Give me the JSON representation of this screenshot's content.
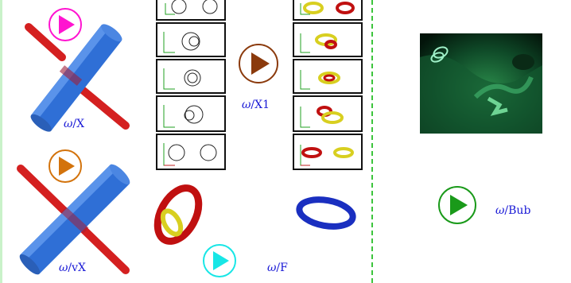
{
  "links": {
    "x": {
      "omega": "ω",
      "suffix": "/X"
    },
    "vx": {
      "omega": "ω",
      "suffix": "/vX"
    },
    "x1": {
      "omega": "ω",
      "suffix": "/X1"
    },
    "f": {
      "omega": "ω",
      "suffix": "/F"
    },
    "bub": {
      "omega": "ω",
      "suffix": "/Bub"
    }
  },
  "colors": {
    "magenta_play": "#ff14d0",
    "orange_play": "#d3730c",
    "brown_play": "#8b3a0c",
    "cyan_play": "#18e6e6",
    "green_play": "#1a9a1a",
    "link_text": "#1a1ad6",
    "divider": "#3cc43c",
    "cylinder": "#2f6fd6",
    "rod": "#d42020",
    "ring_yellow": "#d8cf20",
    "ring_red": "#c01010",
    "ring_blue": "#1a2fc0"
  },
  "icons": [
    "play-icon",
    "play-icon",
    "play-icon",
    "play-icon",
    "play-icon"
  ]
}
